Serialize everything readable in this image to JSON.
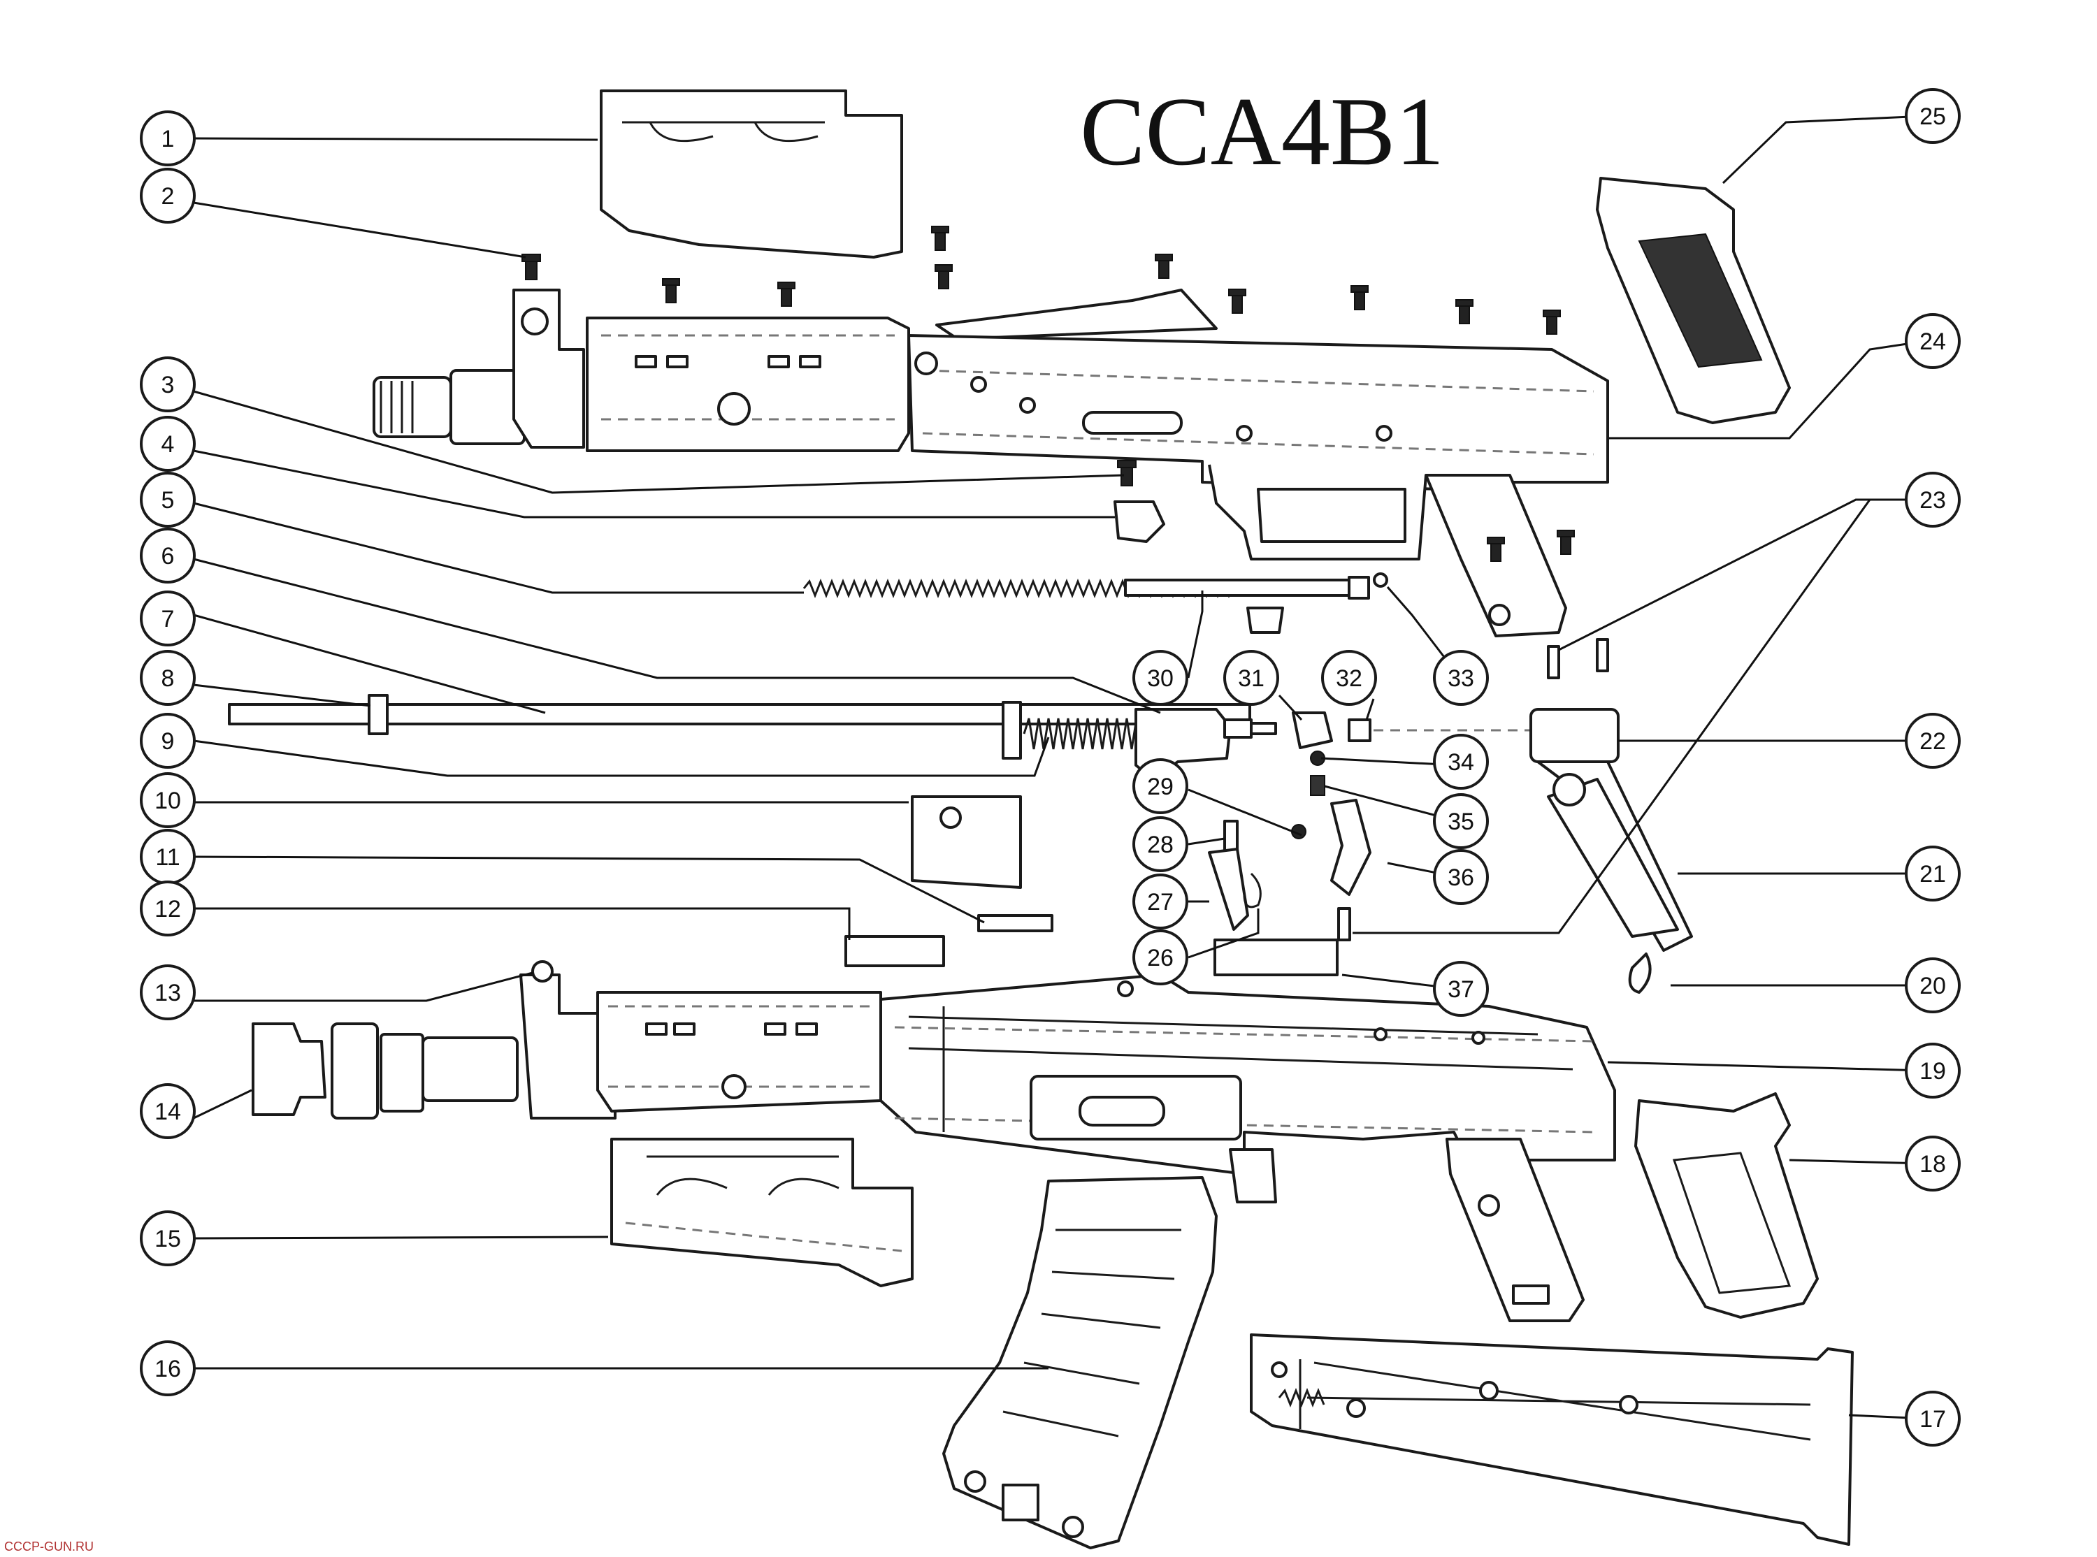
{
  "title": "CCA4B1",
  "watermark": "CCCP-GUN.RU",
  "callouts": [
    "1",
    "2",
    "3",
    "4",
    "5",
    "6",
    "7",
    "8",
    "9",
    "10",
    "11",
    "12",
    "13",
    "14",
    "15",
    "16",
    "17",
    "18",
    "19",
    "20",
    "21",
    "22",
    "23",
    "24",
    "25",
    "26",
    "27",
    "28",
    "29",
    "30",
    "31",
    "32",
    "33",
    "34",
    "35",
    "36",
    "37"
  ]
}
